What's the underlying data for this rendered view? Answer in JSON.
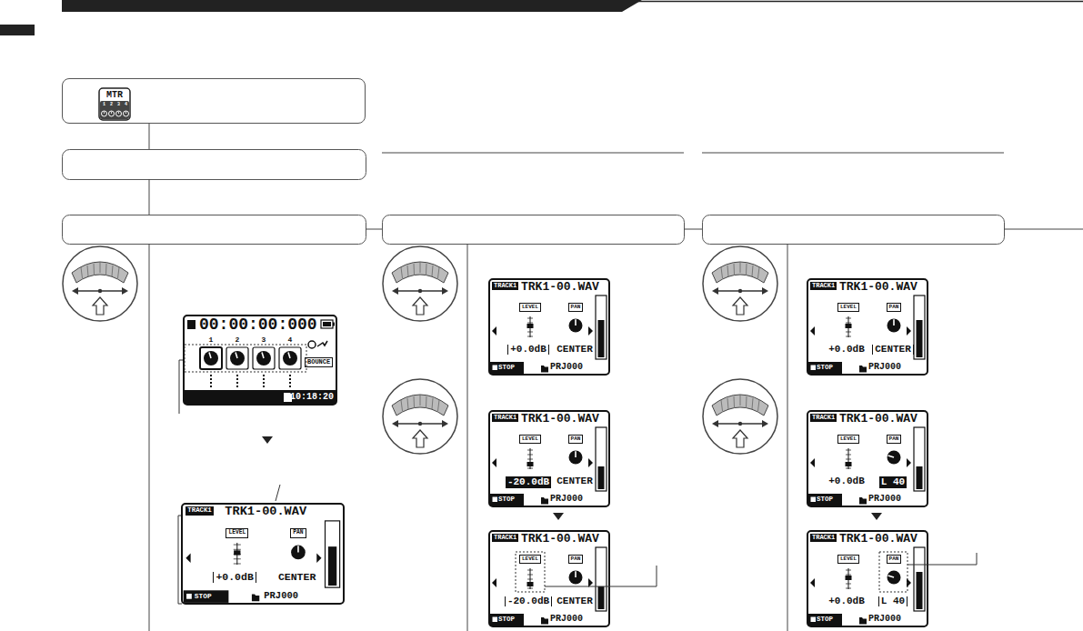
{
  "diagram": {
    "nodes": [
      {
        "text": [
          "MTR",
          "1",
          "2",
          "3",
          "4"
        ]
      },
      {
        "text": [
          "00:00:00:000",
          "1",
          "2",
          "3",
          "4",
          "BOUNCE",
          "010:18:20"
        ]
      },
      {
        "text": [
          "TRACK1",
          "TRK1-00.WAV",
          "LEVEL",
          "PAN",
          "+0.0dB",
          "CENTER",
          "STOP",
          "PRJ000"
        ]
      },
      {
        "text": [
          "TRACK1",
          "TRK1-00.WAV",
          "LEVEL",
          "PAN",
          "+0.0dB",
          "CENTER",
          "STOP",
          "PRJ000"
        ]
      },
      {
        "text": [
          "TRACK1",
          "TRK1-00.WAV",
          "LEVEL",
          "PAN",
          "-20.0dB",
          "CENTER",
          "STOP",
          "PRJ000"
        ]
      },
      {
        "text": [
          "TRACK1",
          "TRK1-00.WAV",
          "LEVEL",
          "PAN",
          "-20.0dB",
          "CENTER",
          "STOP",
          "PRJ000"
        ]
      },
      {
        "text": [
          "TRACK1",
          "TRK1-00.WAV",
          "LEVEL",
          "PAN",
          "+0.0dB",
          "CENTER",
          "STOP",
          "PRJ000"
        ]
      },
      {
        "text": [
          "TRACK1",
          "TRK1-00.WAV",
          "LEVEL",
          "PAN",
          "+0.0dB",
          "L 40",
          "STOP",
          "PRJ000"
        ]
      },
      {
        "text": [
          "TRACK1",
          "TRK1-00.WAV",
          "LEVEL",
          "PAN",
          "+0.0dB",
          "L 40",
          "STOP",
          "PRJ000"
        ]
      }
    ]
  }
}
